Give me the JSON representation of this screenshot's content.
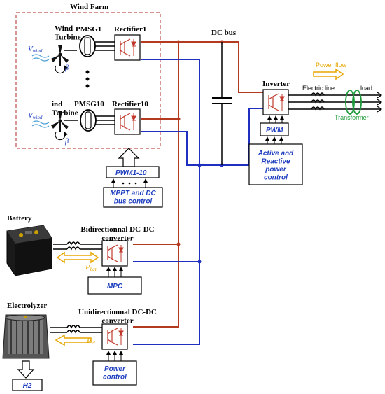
{
  "colors": {
    "dc_positive": "#b33a1f",
    "dc_negative": "#1f2fbf",
    "ac_line": "#000000",
    "control_text": "#1f3fbf",
    "power_flow": "#e8a600",
    "transformer": "#1d9a3a",
    "wind_farm_border": "#c0504d"
  },
  "labels": {
    "wind_farm": "Wind Farm",
    "dc_bus": "DC bus",
    "wind_turbine_1": "Wind\nTurbine",
    "wind_turbine_10": "ind\nTurbine",
    "pmsg1": "PMSG1",
    "pmsg10": "PMSG10",
    "rectifier1": "Rectifier1",
    "rectifier10": "Rectifier10",
    "v_wind": "V",
    "v_wind_sub": "wind",
    "beta": "β",
    "inverter": "Inverter",
    "electric_line": "Electric line",
    "load": "load",
    "transformer": "Transformer",
    "power_flow": "Power flow",
    "battery": "Battery",
    "bidirectional_converter": "Bidirectionnal DC-DC\nconverter",
    "p_bat": "P",
    "p_bat_sub": "bat",
    "electrolyzer": "Electrolyzer",
    "unidirectional_converter": "Unidirectionnal DC-DC\nconverter",
    "p_el": "P",
    "p_el_sub": "el",
    "h2": "H2"
  },
  "controls": {
    "pwm_1_10": "PWM1-10",
    "mppt_dc": "MPPT and DC\nbus control",
    "pwm": "PWM",
    "active_reactive": "Active and\nReactive\npower\ncontrol",
    "mpc": "MPC",
    "power_control": "Power\ncontrol"
  }
}
